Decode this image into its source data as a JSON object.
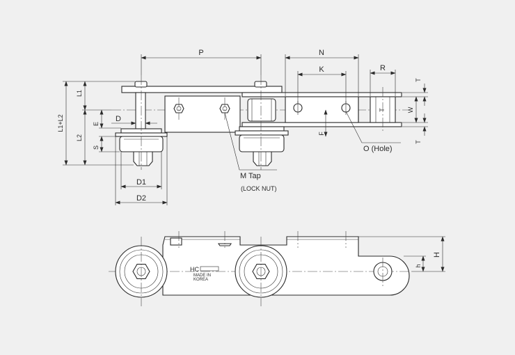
{
  "labels": {
    "p": "P",
    "n": "N",
    "k": "K",
    "r": "R",
    "t_top": "T",
    "t_bottom": "T",
    "t_inner": "T",
    "w": "W",
    "l1": "L1",
    "l2": "L2",
    "l1l2": "L1+L2",
    "e": "E",
    "s": "S",
    "d": "D",
    "f": "F",
    "d1": "D1",
    "d2": "D2",
    "m_tap": "M Tap",
    "lock_nut": "(LOCK NUT)",
    "o_hole": "O (Hole)",
    "h": "H",
    "h_small": "h",
    "logo": "HC",
    "made_in": "MADE IN",
    "korea": "KOREA"
  }
}
